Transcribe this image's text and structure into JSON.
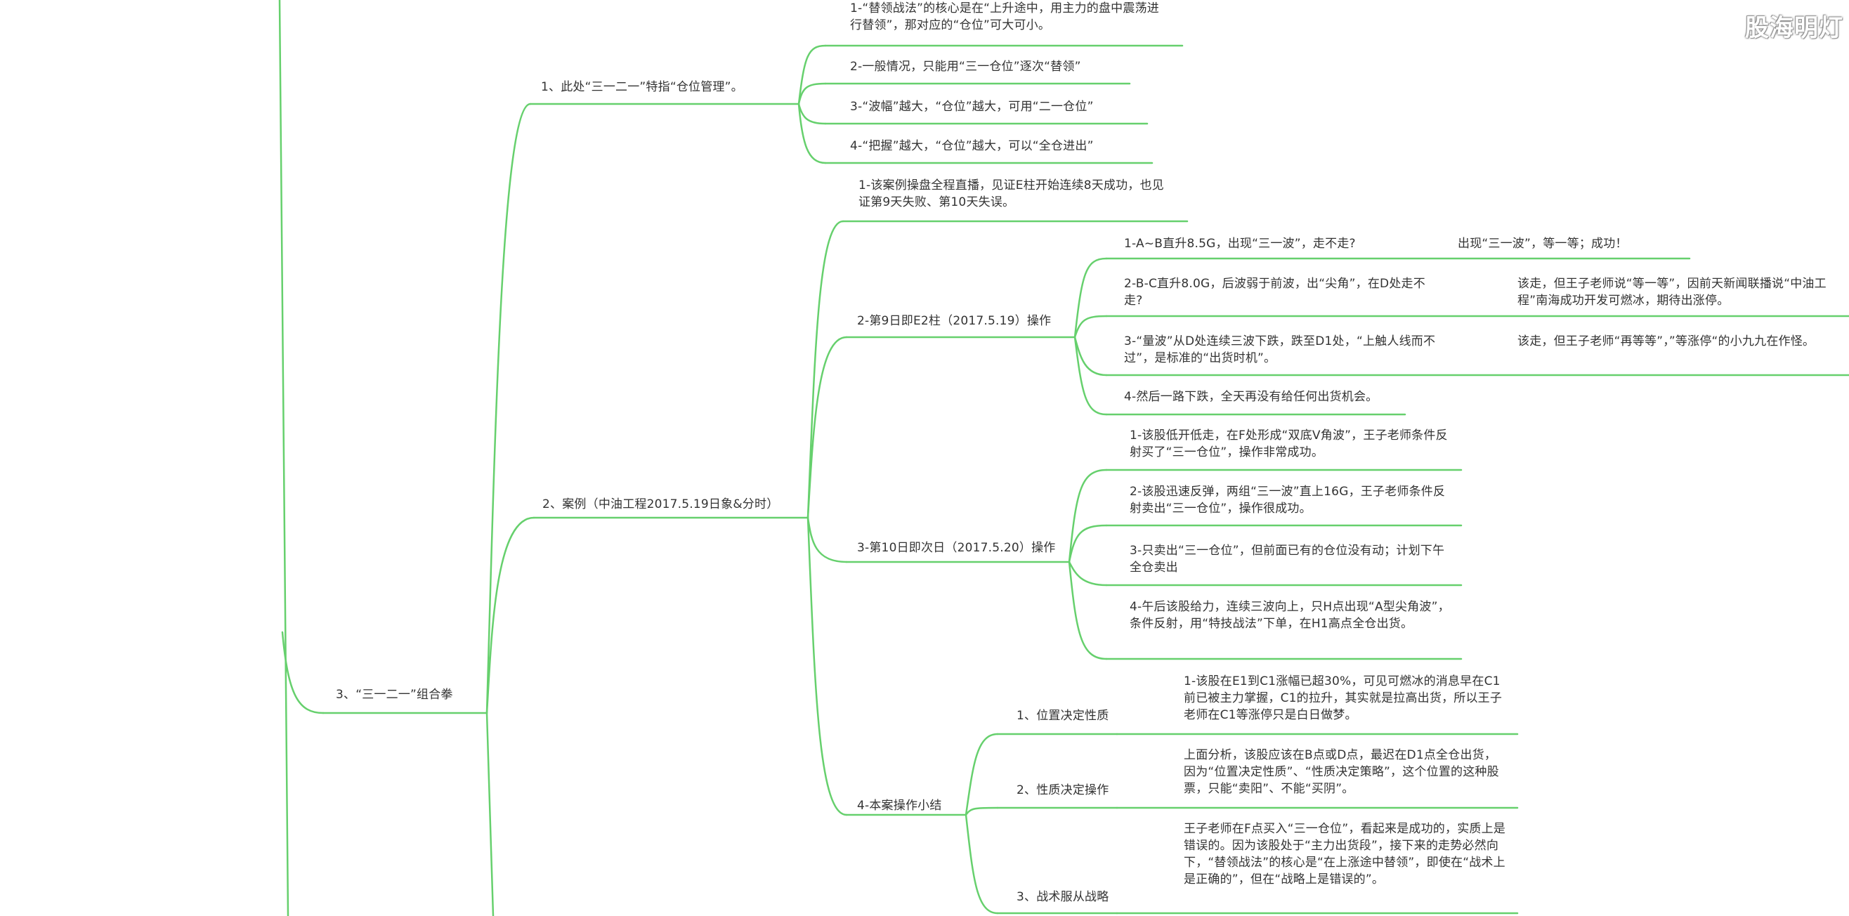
{
  "watermark": "股海明灯",
  "root": {
    "label": "3、“三一二一”组合拳",
    "children": [
      {
        "label": "1、此处“三一二一”特指“仓位管理”。",
        "children": [
          {
            "label": "1-“替领战法”的核心是在“上升途中，用主力的盘中震荡进行替领”，那对应的“仓位”可大可小。"
          },
          {
            "label": "2-一般情况，只能用“三一仓位”逐次“替领”"
          },
          {
            "label": "3-“波幅”越大，“仓位”越大，可用“二一仓位”"
          },
          {
            "label": "4-“把握”越大，“仓位”越大，可以“全仓进出”"
          }
        ]
      },
      {
        "label": "2、案例（中油工程2017.5.19日象&分时）",
        "children": [
          {
            "label": "1-该案例操盘全程直播，见证E柱开始连续8天成功，也见证第9天失败、第10天失误。"
          },
          {
            "label": "2-第9日即E2柱（2017.5.19）操作",
            "children": [
              {
                "label": "1-A~B直升8.5G，出现“三一波”，走不走?",
                "note": "出现“三一波”，等一等；成功！"
              },
              {
                "label": "2-B-C直升8.0G，后波弱于前波，出“尖角”，在D处走不走?",
                "note": "该走，但王子老师说“等一等”，因前天新闻联播说“中油工程”南海成功开发可燃冰，期待出涨停。"
              },
              {
                "label": "3-“量波”从D处连续三波下跌，跌至D1处，“上触人线而不过”，是标准的“出货时机”。",
                "note": "该走，但王子老师“再等等”，”等涨停“的小九九在作怪。"
              },
              {
                "label": "4-然后一路下跌，全天再没有给任何出货机会。"
              }
            ]
          },
          {
            "label": "3-第10日即次日（2017.5.20）操作",
            "children": [
              {
                "label": "1-该股低开低走，在F处形成“双底V角波”，王子老师条件反射买了“三一仓位”，操作非常成功。"
              },
              {
                "label": "2-该股迅速反弹，两组“三一波”直上16G，王子老师条件反射卖出“三一仓位”，操作很成功。"
              },
              {
                "label": "3-只卖出“三一仓位”，但前面已有的仓位没有动；计划下午全仓卖出"
              },
              {
                "label": "4-午后该股给力，连续三波向上，只H点出现“A型尖角波”，条件反射，用“特技战法”下单，在H1高点全仓出货。"
              }
            ]
          },
          {
            "label": "4-本案操作小结",
            "children": [
              {
                "label": "1、位置决定性质",
                "detail": "1-该股在E1到C1涨幅已超30%，可见可燃冰的消息早在C1前已被主力掌握，C1的拉升，其实就是拉高出货，所以王子老师在C1等涨停只是白日做梦。"
              },
              {
                "label": "2、性质决定操作",
                "detail": "上面分析，该股应该在B点或D点，最迟在D1点全仓出货，因为“位置决定性质”、“性质决定策略”，这个位置的这种股票，只能“卖阳”、不能“买阴”。"
              },
              {
                "label": "3、战术服从战略",
                "detail": "王子老师在F点买入“三一仓位”，看起来是成功的，实质上是错误的。因为该股处于“主力出货段”，接下来的走势必然向下，“替领战法”的核心是“在上涨途中替领”，即使在“战术上是正确的”，但在“战略上是错误的”。"
              }
            ]
          }
        ]
      }
    ]
  },
  "colors": {
    "branch": "#66d06d",
    "text": "#333333",
    "background": "#ffffff"
  }
}
